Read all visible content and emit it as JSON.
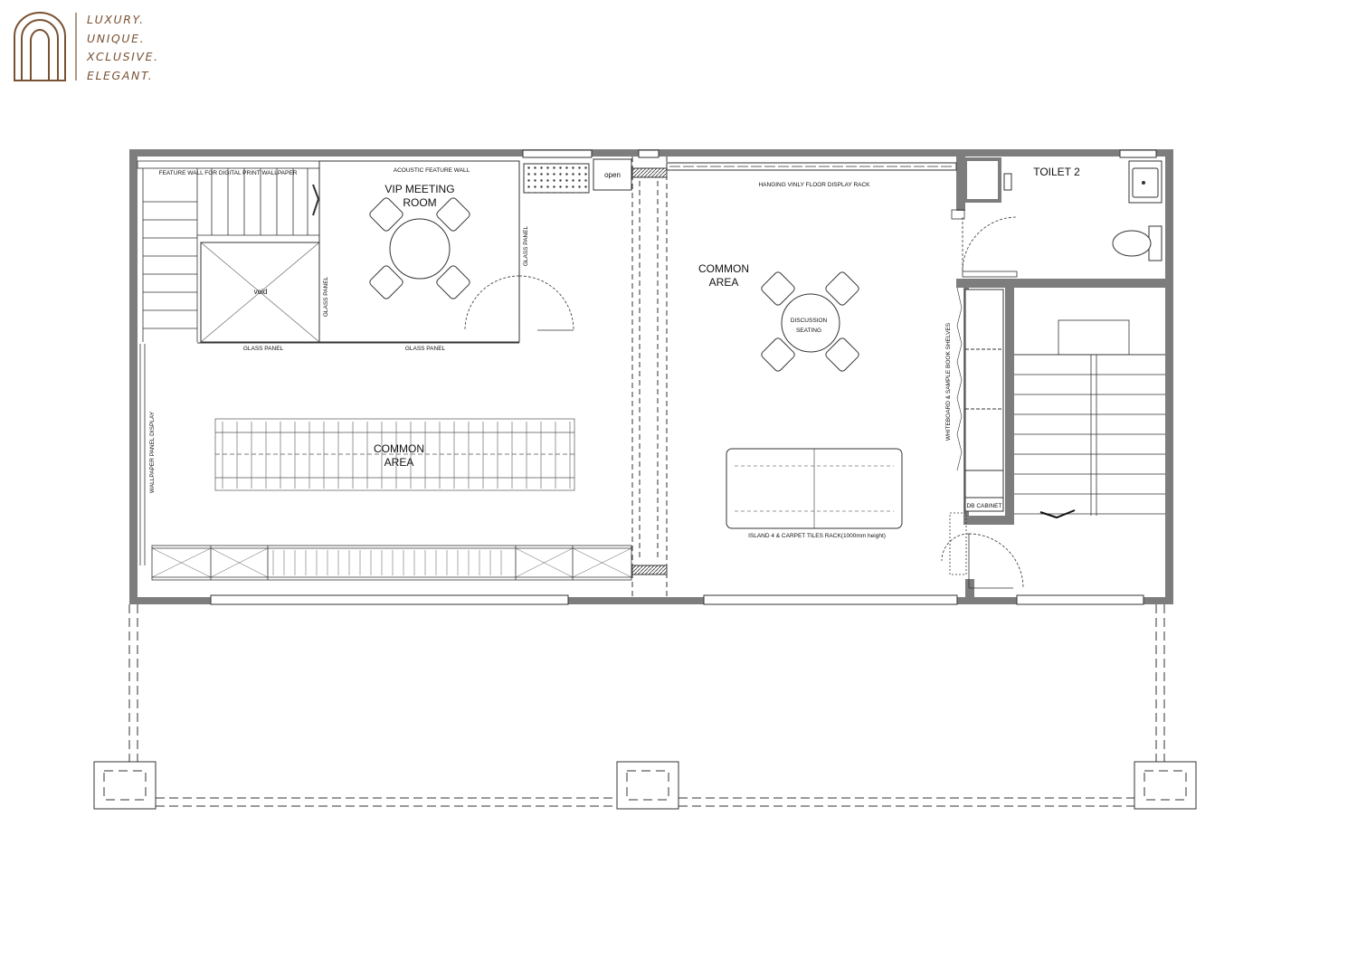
{
  "brand": {
    "tagline": [
      "LUXURY.",
      "UNIQUE.",
      "XCLUSIVE.",
      "ELEGANT."
    ],
    "color": "#7a5233"
  },
  "labels": {
    "vip_room": [
      "VIP MEETING",
      "ROOM"
    ],
    "common_left": [
      "COMMON",
      "AREA"
    ],
    "common_right": [
      "COMMON",
      "AREA"
    ],
    "toilet": "TOILET 2",
    "feature_wall": "FEATURE WALL FOR DIGITAL PRINT WALLPAPER",
    "acoustic_wall": "ACOUSTIC FEATURE WALL",
    "open": "open",
    "hanging_rack": "HANGING VINLY FLOOR DISPLAY RACK",
    "void": "void",
    "glass_panel_v1": "GLASS PANEL",
    "glass_panel_v2": "GLASS PANEL",
    "glass_panel_h1": "GLASS PANEL",
    "glass_panel_h2": "GLASS PANEL",
    "wallpaper_display": "WALLPAPER PANEL DISPLAY",
    "discussion": [
      "DISCUSSION",
      "SEATING"
    ],
    "whiteboard": "WHITEBOARD & SAMPLE BOOK SHELVES",
    "db_cabinet": "DB CABINET",
    "island": "ISLAND 4 & CARPET TILES RACK(1000mm height)"
  },
  "colors": {
    "wall": "#7d7d7d",
    "line": "#333333",
    "brand": "#7a5233"
  }
}
